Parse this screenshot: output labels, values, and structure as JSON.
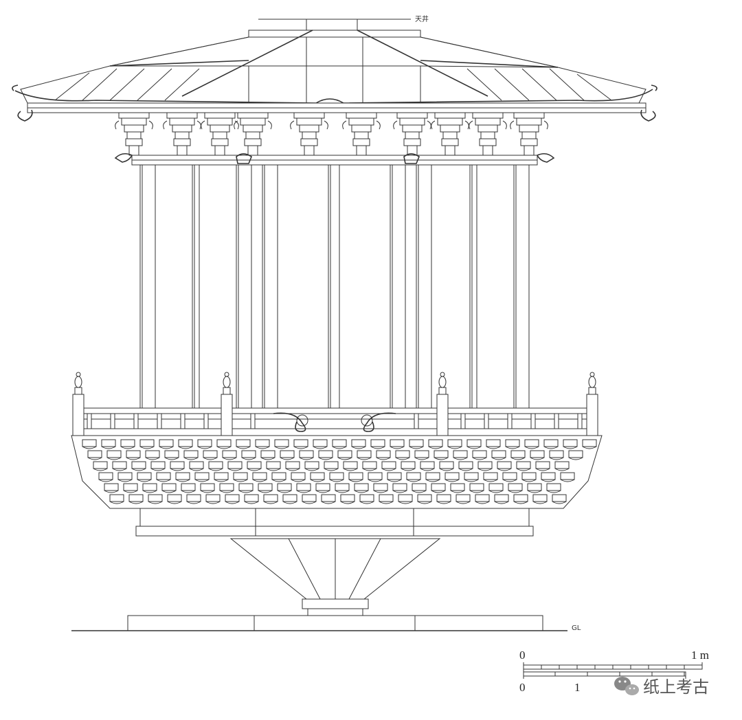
{
  "labels": {
    "ceiling": "天井",
    "ground_line": "GL"
  },
  "scale_bar": {
    "top_start": "0",
    "top_end": "1 m",
    "bottom_start": "0",
    "bottom_mid": "1"
  },
  "watermark": {
    "text": "纸上考古",
    "icon": "wechat-icon"
  }
}
